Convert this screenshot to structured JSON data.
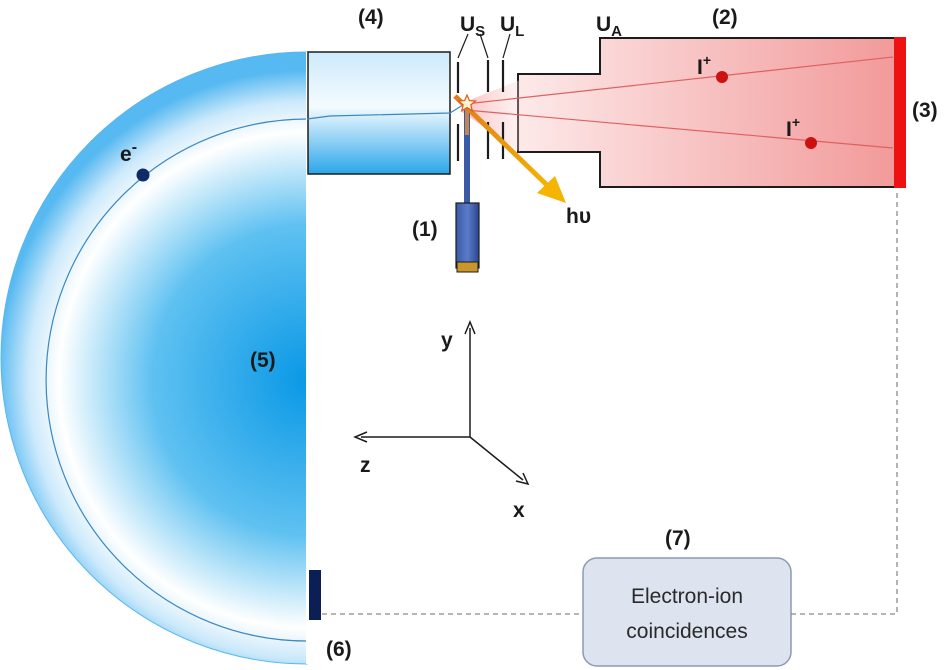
{
  "labels": {
    "source": "(1)",
    "tof_tube": "(2)",
    "ion_detector": "(3)",
    "lens": "(4)",
    "analyzer": "(5)",
    "electron_detector": "(6)",
    "coincidence": "(7)"
  },
  "voltages": {
    "us_main": "U",
    "us_sub": "S",
    "ul_main": "U",
    "ul_sub": "L",
    "ua_main": "U",
    "ua_sub": "A"
  },
  "particles": {
    "electron_main": "e",
    "electron_sup": "-",
    "ion1_main": "I",
    "ion1_sup": "+",
    "ion2_main": "I",
    "ion2_sup": "+"
  },
  "photon": "hυ",
  "axes": {
    "x": "x",
    "y": "y",
    "z": "z"
  },
  "box": {
    "line1": "Electron-ion",
    "line2": "coincidences"
  },
  "colors": {
    "analyzer": "#1ea7e8",
    "ion_tube": "#f29a9a",
    "ion_detector": "#ee1111",
    "electron_detector": "#0c1f55",
    "photon_beam": "#f5b400",
    "particle_electron": "#0f2a66",
    "particle_ion": "#cc1111",
    "box_fill": "#dde3ef"
  }
}
